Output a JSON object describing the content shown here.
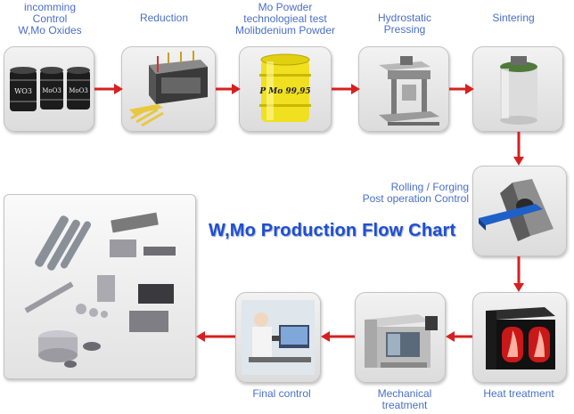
{
  "title": "W,Mo Production Flow Chart",
  "colors": {
    "label": "#4a6fc8",
    "title": "#1f4fd0",
    "arrow": "#d62020",
    "box": "#e4e4e4"
  },
  "steps": [
    {
      "lines": [
        "incomming",
        "Control",
        "W,Mo Oxides"
      ],
      "icon": "drums-icon",
      "drum_labels": [
        "WO3",
        "MoO3",
        "MoO3"
      ]
    },
    {
      "lines": [
        "Reduction"
      ],
      "icon": "furnace-line-icon"
    },
    {
      "lines": [
        "Mo Powder",
        "technologieal test",
        "Molibdenium Powder"
      ],
      "icon": "powder-barrel-icon",
      "barrel_text": "P Mo 99,95"
    },
    {
      "lines": [
        "Hydrostatic",
        "Pressing"
      ],
      "icon": "press-icon"
    },
    {
      "lines": [
        "Sintering"
      ],
      "icon": "sintering-furnace-icon"
    },
    {
      "lines": [
        "Rolling / Forging",
        "Post operation Control"
      ],
      "icon": "rolling-mill-icon"
    },
    {
      "lines": [
        "Heat treatment"
      ],
      "icon": "heat-furnace-icon"
    },
    {
      "lines": [
        "Mechanical",
        "treatment"
      ],
      "icon": "cnc-machine-icon"
    },
    {
      "lines": [
        "Final control"
      ],
      "icon": "inspection-icon"
    }
  ],
  "products_icon": "tungsten-molybdenum-products-icon"
}
